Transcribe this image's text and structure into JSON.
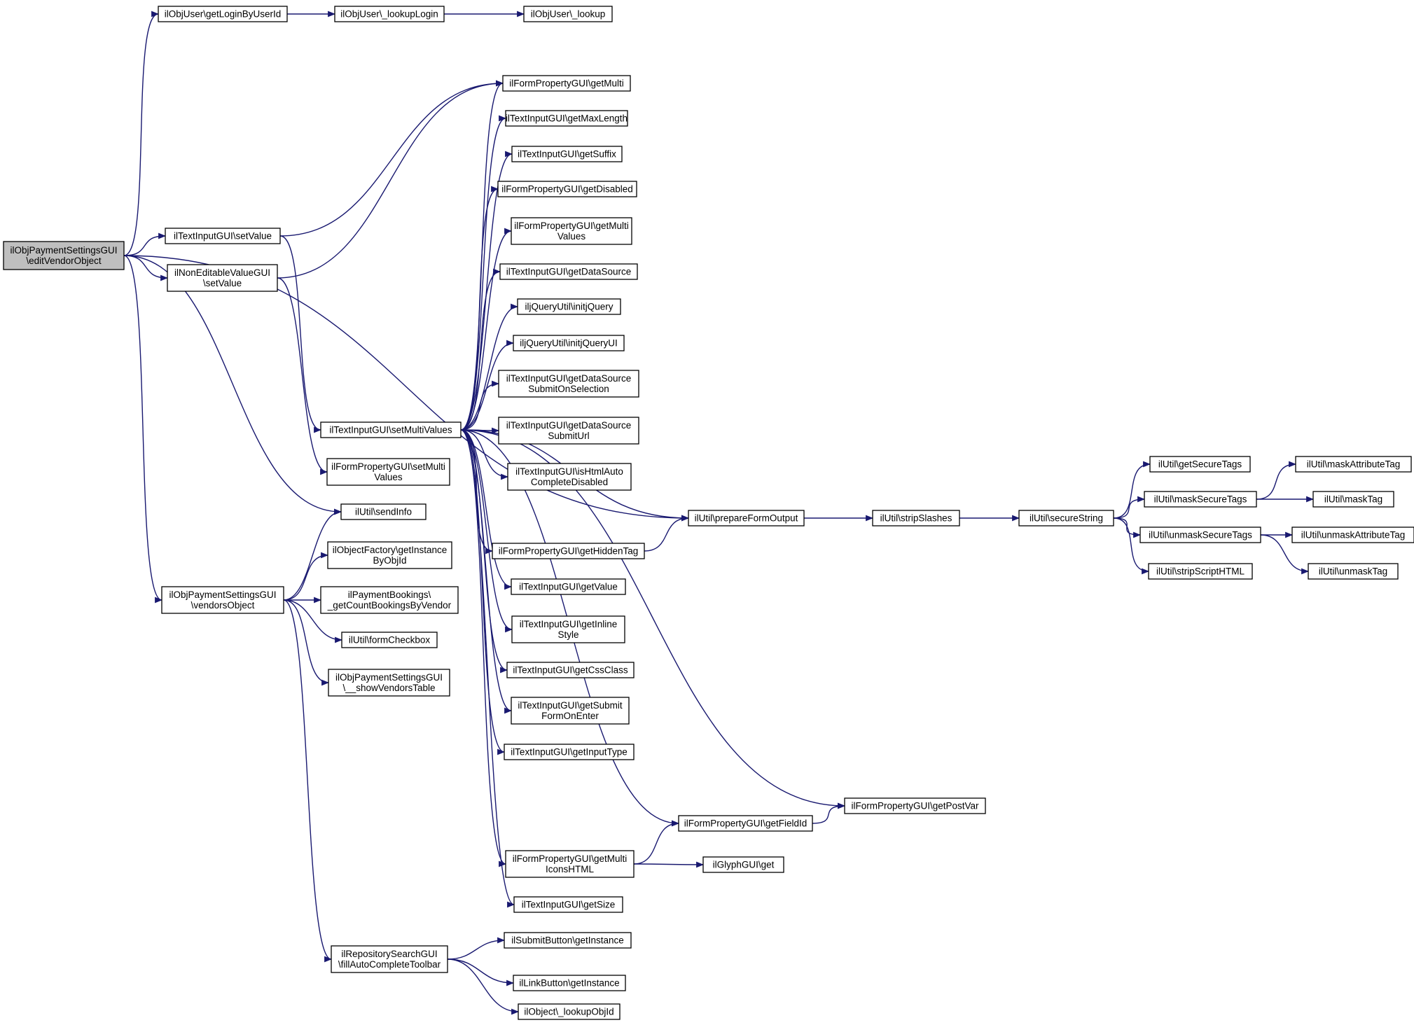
{
  "colors": {
    "edge": "#191970",
    "focus_fill": "#bfbfbf",
    "node_fill": "#ffffff",
    "border": "#000000"
  },
  "nodes": {
    "editVendorObject": [
      "ilObjPaymentSettingsGUI",
      "\\editVendorObject"
    ],
    "getLoginByUserId": [
      "ilObjUser\\getLoginByUserId"
    ],
    "_lookupLogin": [
      "ilObjUser\\_lookupLogin"
    ],
    "_lookup": [
      "ilObjUser\\_lookup"
    ],
    "tiSetValue": [
      "ilTextInputGUI\\setValue"
    ],
    "neSetValue": [
      "ilNonEditableValueGUI",
      "\\setValue"
    ],
    "vendorsObject": [
      "ilObjPaymentSettingsGUI",
      "\\vendorsObject"
    ],
    "setMultiValues": [
      "ilTextInputGUI\\setMultiValues"
    ],
    "fpSetMultiValues": [
      "ilFormPropertyGUI\\setMulti",
      "Values"
    ],
    "sendInfo": [
      "ilUtil\\sendInfo"
    ],
    "getInstanceByObjId": [
      "ilObjectFactory\\getInstance",
      "ByObjId"
    ],
    "getCountBookings": [
      "ilPaymentBookings\\",
      "_getCountBookingsByVendor"
    ],
    "formCheckbox": [
      "ilUtil\\formCheckbox"
    ],
    "showVendorsTable": [
      "ilObjPaymentSettingsGUI",
      "\\__showVendorsTable"
    ],
    "fillAutoComplete": [
      "ilRepositorySearchGUI",
      "\\fillAutoCompleteToolbar"
    ],
    "getMulti": [
      "ilFormPropertyGUI\\getMulti"
    ],
    "getMaxLength": [
      "ilTextInputGUI\\getMaxLength"
    ],
    "getSuffix": [
      "ilTextInputGUI\\getSuffix"
    ],
    "getDisabled": [
      "ilFormPropertyGUI\\getDisabled"
    ],
    "getMultiValues": [
      "ilFormPropertyGUI\\getMulti",
      "Values"
    ],
    "getDataSource": [
      "ilTextInputGUI\\getDataSource"
    ],
    "initjQuery": [
      "iljQueryUtil\\initjQuery"
    ],
    "initjQueryUI": [
      "iljQueryUtil\\initjQueryUI"
    ],
    "getDSSubmitOnSel": [
      "ilTextInputGUI\\getDataSource",
      "SubmitOnSelection"
    ],
    "getDSSubmitUrl": [
      "ilTextInputGUI\\getDataSource",
      "SubmitUrl"
    ],
    "isHtmlAuto": [
      "ilTextInputGUI\\isHtmlAuto",
      "CompleteDisabled"
    ],
    "getHiddenTag": [
      "ilFormPropertyGUI\\getHiddenTag"
    ],
    "getValue": [
      "ilTextInputGUI\\getValue"
    ],
    "getInlineStyle": [
      "ilTextInputGUI\\getInline",
      "Style"
    ],
    "getCssClass": [
      "ilTextInputGUI\\getCssClass"
    ],
    "getSubmitFormOnEnter": [
      "ilTextInputGUI\\getSubmit",
      "FormOnEnter"
    ],
    "getInputType": [
      "ilTextInputGUI\\getInputType"
    ],
    "getMultiIconsHTML": [
      "ilFormPropertyGUI\\getMulti",
      "IconsHTML"
    ],
    "getSize": [
      "ilTextInputGUI\\getSize"
    ],
    "submitButtonGetInstance": [
      "ilSubmitButton\\getInstance"
    ],
    "linkButtonGetInstance": [
      "ilLinkButton\\getInstance"
    ],
    "lookupObjId": [
      "ilObject\\_lookupObjId"
    ],
    "prepareFormOutput": [
      "ilUtil\\prepareFormOutput"
    ],
    "getPostVar": [
      "ilFormPropertyGUI\\getPostVar"
    ],
    "getFieldId": [
      "ilFormPropertyGUI\\getFieldId"
    ],
    "glyphGet": [
      "ilGlyphGUI\\get"
    ],
    "stripSlashes": [
      "ilUtil\\stripSlashes"
    ],
    "secureString": [
      "ilUtil\\secureString"
    ],
    "getSecureTags": [
      "ilUtil\\getSecureTags"
    ],
    "maskSecureTags": [
      "ilUtil\\maskSecureTags"
    ],
    "unmaskSecureTags": [
      "ilUtil\\unmaskSecureTags"
    ],
    "stripScriptHTML": [
      "ilUtil\\stripScriptHTML"
    ],
    "maskAttributeTag": [
      "ilUtil\\maskAttributeTag"
    ],
    "maskTag": [
      "ilUtil\\maskTag"
    ],
    "unmaskAttributeTag": [
      "ilUtil\\unmaskAttributeTag"
    ],
    "unmaskTag": [
      "ilUtil\\unmaskTag"
    ]
  },
  "edges": [
    [
      "editVendorObject",
      "getLoginByUserId"
    ],
    [
      "editVendorObject",
      "prepareFormOutput"
    ],
    [
      "editVendorObject",
      "tiSetValue"
    ],
    [
      "editVendorObject",
      "neSetValue"
    ],
    [
      "editVendorObject",
      "sendInfo"
    ],
    [
      "editVendorObject",
      "vendorsObject"
    ],
    [
      "getLoginByUserId",
      "_lookupLogin"
    ],
    [
      "_lookupLogin",
      "_lookup"
    ],
    [
      "tiSetValue",
      "getMulti"
    ],
    [
      "tiSetValue",
      "setMultiValues"
    ],
    [
      "neSetValue",
      "getMulti"
    ],
    [
      "neSetValue",
      "fpSetMultiValues"
    ],
    [
      "vendorsObject",
      "sendInfo"
    ],
    [
      "vendorsObject",
      "getInstanceByObjId"
    ],
    [
      "vendorsObject",
      "getCountBookings"
    ],
    [
      "vendorsObject",
      "formCheckbox"
    ],
    [
      "vendorsObject",
      "showVendorsTable"
    ],
    [
      "vendorsObject",
      "fillAutoComplete"
    ],
    [
      "setMultiValues",
      "getMulti"
    ],
    [
      "setMultiValues",
      "getMaxLength"
    ],
    [
      "setMultiValues",
      "getSuffix"
    ],
    [
      "setMultiValues",
      "getDisabled"
    ],
    [
      "setMultiValues",
      "getMultiValues"
    ],
    [
      "setMultiValues",
      "getDataSource"
    ],
    [
      "setMultiValues",
      "initjQuery"
    ],
    [
      "setMultiValues",
      "initjQueryUI"
    ],
    [
      "setMultiValues",
      "getDSSubmitOnSel"
    ],
    [
      "setMultiValues",
      "getDSSubmitUrl"
    ],
    [
      "setMultiValues",
      "isHtmlAuto"
    ],
    [
      "setMultiValues",
      "prepareFormOutput"
    ],
    [
      "setMultiValues",
      "getHiddenTag"
    ],
    [
      "setMultiValues",
      "getValue"
    ],
    [
      "setMultiValues",
      "getInlineStyle"
    ],
    [
      "setMultiValues",
      "getCssClass"
    ],
    [
      "setMultiValues",
      "getSubmitFormOnEnter"
    ],
    [
      "setMultiValues",
      "getInputType"
    ],
    [
      "setMultiValues",
      "getPostVar"
    ],
    [
      "setMultiValues",
      "getFieldId"
    ],
    [
      "setMultiValues",
      "getMultiIconsHTML"
    ],
    [
      "setMultiValues",
      "getSize"
    ],
    [
      "getHiddenTag",
      "prepareFormOutput"
    ],
    [
      "getFieldId",
      "getPostVar"
    ],
    [
      "getMultiIconsHTML",
      "getFieldId"
    ],
    [
      "getMultiIconsHTML",
      "glyphGet"
    ],
    [
      "fillAutoComplete",
      "submitButtonGetInstance"
    ],
    [
      "fillAutoComplete",
      "linkButtonGetInstance"
    ],
    [
      "fillAutoComplete",
      "lookupObjId"
    ],
    [
      "prepareFormOutput",
      "stripSlashes"
    ],
    [
      "stripSlashes",
      "secureString"
    ],
    [
      "secureString",
      "getSecureTags"
    ],
    [
      "secureString",
      "maskSecureTags"
    ],
    [
      "secureString",
      "unmaskSecureTags"
    ],
    [
      "secureString",
      "stripScriptHTML"
    ],
    [
      "maskSecureTags",
      "maskAttributeTag"
    ],
    [
      "maskSecureTags",
      "maskTag"
    ],
    [
      "unmaskSecureTags",
      "unmaskAttributeTag"
    ],
    [
      "unmaskSecureTags",
      "unmaskTag"
    ]
  ]
}
